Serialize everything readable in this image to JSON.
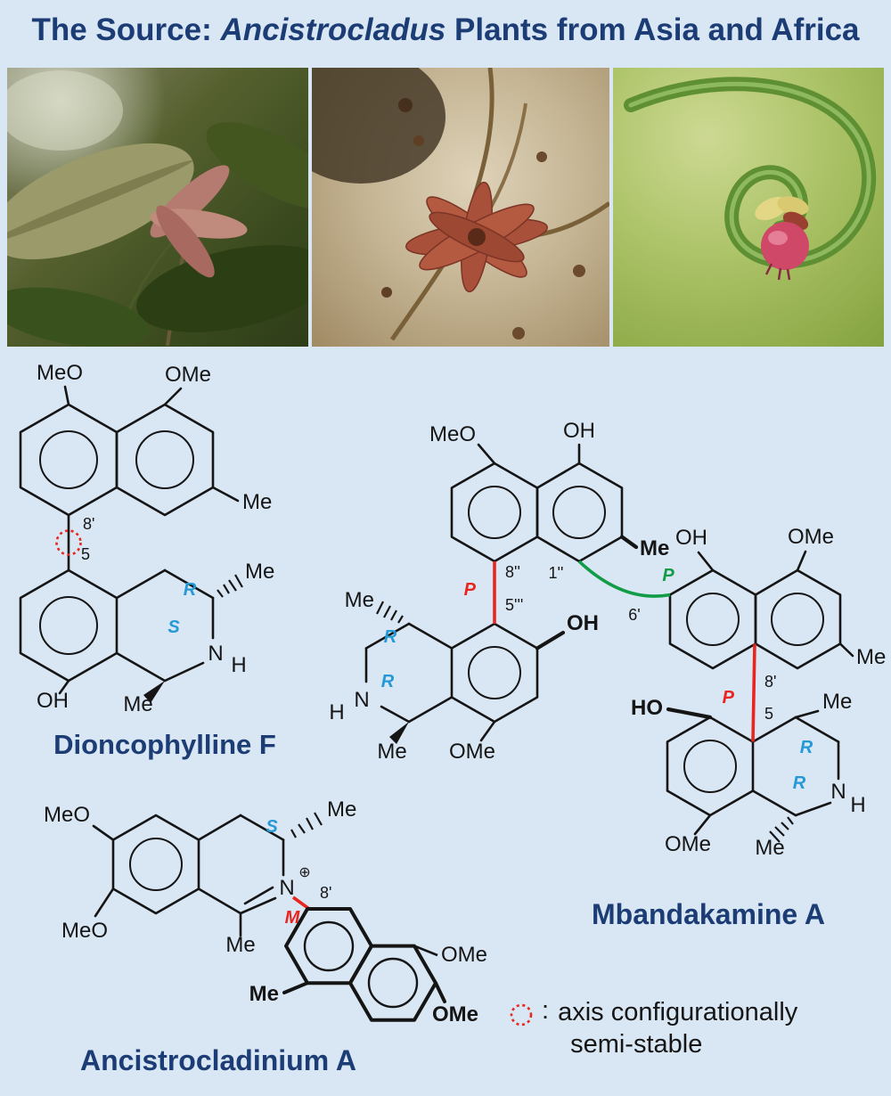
{
  "title": {
    "prefix": "The Source: ",
    "italic": "Ancistrocladus",
    "suffix": " Plants from Asia and Africa"
  },
  "colors": {
    "background": "#d9e6f3",
    "heading_navy": "#1b3c74",
    "axis_red": "#e8251f",
    "stereo_blue": "#2499d6",
    "biaryl_green": "#129c47"
  },
  "structures": {
    "dioncophylline_f": {
      "caption": "Dioncophylline F",
      "labels": {
        "meo": "MeO",
        "ome": "OMe",
        "me_aryl": "Me",
        "pos_8p": "8'",
        "pos_5": "5",
        "me_c3": "Me",
        "r": "R",
        "s": "S",
        "n": "N",
        "h": "H",
        "oh": "OH",
        "me_c1": "Me"
      }
    },
    "mbandakamine_a": {
      "caption": "Mbandakamine A",
      "unit1": {
        "meo": "MeO",
        "oh": "OH",
        "me_aryl": "Me",
        "pos_1pp": "1''",
        "pos_8pp": "8''",
        "p": "P",
        "pos_5ppp": "5'''",
        "oh_inner": "OH",
        "me_c3": "Me",
        "r_c3": "R",
        "r_c1": "R",
        "n": "N",
        "h": "H",
        "me_c1": "Me",
        "ome": "OMe"
      },
      "link": {
        "p": "P",
        "pos_6p": "6'"
      },
      "unit2": {
        "oh": "OH",
        "ome_top": "OMe",
        "me_aryl": "Me",
        "pos_8p": "8'",
        "p": "P",
        "pos_5": "5",
        "ho": "HO",
        "me_c3": "Me",
        "r_c3": "R",
        "r_c1": "R",
        "n": "N",
        "h": "H",
        "me_c1": "Me",
        "ome_bottom": "OMe"
      }
    },
    "ancistrocladinium_a": {
      "caption": "Ancistrocladinium A",
      "labels": {
        "meo_top": "MeO",
        "meo_bottom": "MeO",
        "me_c3": "Me",
        "s": "S",
        "n": "N",
        "plus": "⊕",
        "me_c1": "Me",
        "pos_8p": "8'",
        "m": "M",
        "me_naph": "Me",
        "ome_naph": "OMe",
        "ome_naph_bold": "OMe"
      }
    }
  },
  "legend": {
    "colon": ":",
    "line1": "axis configurationally",
    "line2": "semi-stable"
  }
}
